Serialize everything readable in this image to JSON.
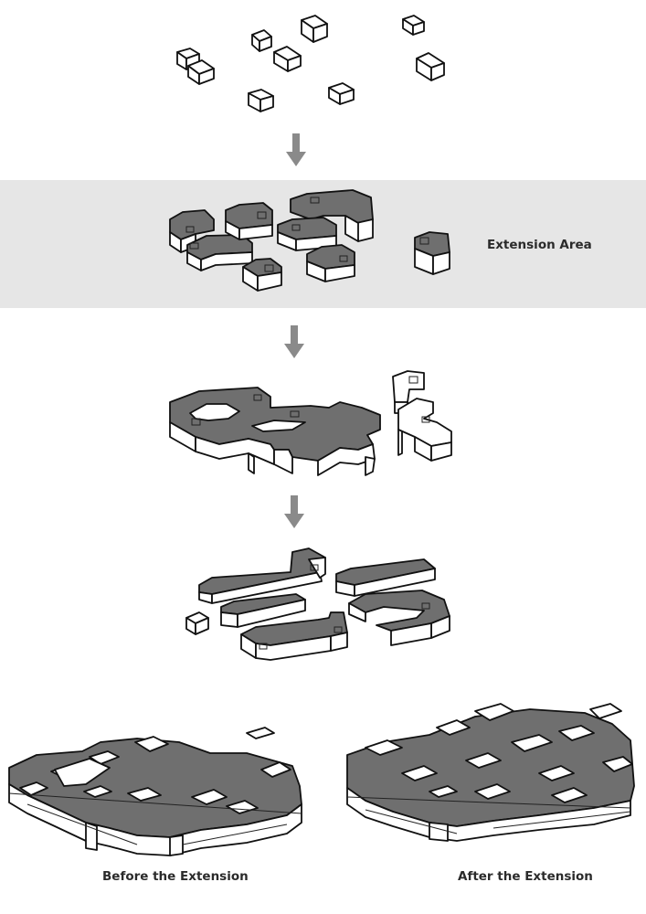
{
  "labels": {
    "extension_area": "Extension Area",
    "before": "Before the Extension",
    "after": "After the Extension"
  },
  "colors": {
    "band": "#e6e6e6",
    "roof": "#6f6f6f",
    "arrow": "#8a8a8a",
    "ink": "#111111"
  }
}
